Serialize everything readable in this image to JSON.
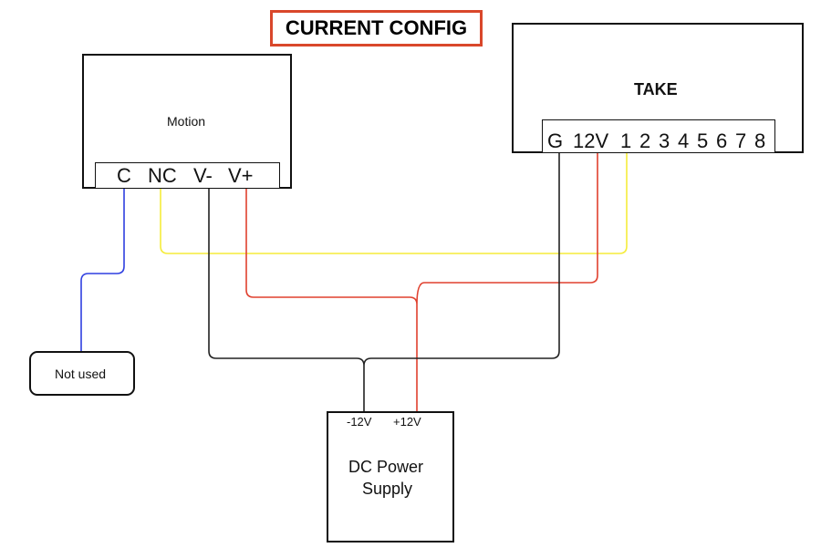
{
  "title": "CURRENT CONFIG",
  "motion": {
    "label": "Motion",
    "terminals": [
      "C",
      "NC",
      "V-",
      "V+"
    ]
  },
  "take": {
    "label": "TAKE",
    "terminals": [
      "G",
      "12V",
      "1",
      "2",
      "3",
      "4",
      "5",
      "6",
      "7",
      "8"
    ]
  },
  "not_used": {
    "label": "Not used"
  },
  "power_supply": {
    "label_line1": "DC Power",
    "label_line2": "Supply",
    "neg_terminal": "-12V",
    "pos_terminal": "+12V"
  },
  "wire_colors": {
    "blue": "#2f3fe0",
    "yellow": "#f5ec3a",
    "red": "#e0402e",
    "black": "#222222"
  }
}
